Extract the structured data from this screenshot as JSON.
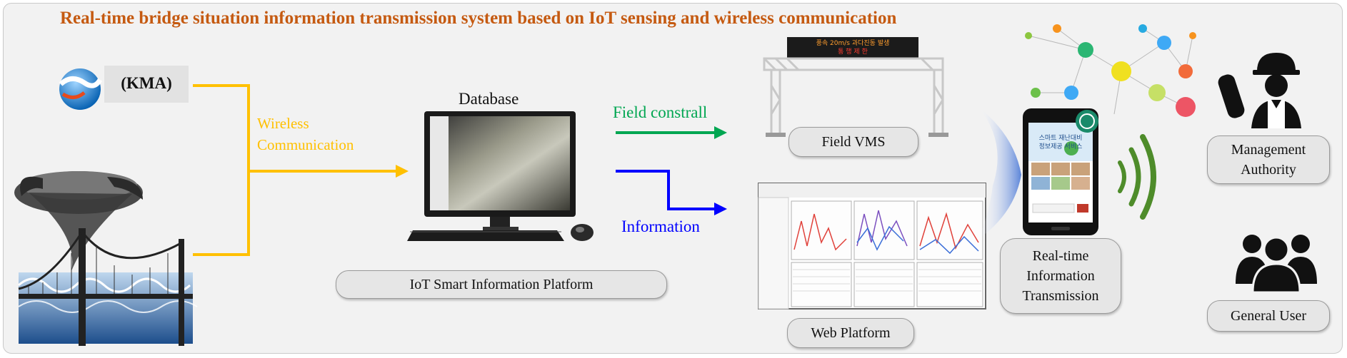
{
  "title": "Real-time bridge situation information transmission system based on IoT sensing and wireless communication",
  "kma": {
    "label": "(KMA)"
  },
  "wireless": {
    "line1": "Wireless",
    "line2": "Communication"
  },
  "database": {
    "label": "Database"
  },
  "platform": {
    "label": "IoT Smart Information Platform"
  },
  "field": {
    "arrow_label": "Field constrall",
    "vms_label": "Field VMS",
    "sign_line1": "풍속 20m/s 과다진동 발생",
    "sign_line2": "통 행 제 한"
  },
  "information": {
    "arrow_label": "Information"
  },
  "web": {
    "label": "Web Platform"
  },
  "realtime": {
    "line1": "Real-time",
    "line2": "Information",
    "line3": "Transmission"
  },
  "phone": {
    "banner_line1": "스마트 재난대비",
    "banner_line2": "정보제공 서비스"
  },
  "management": {
    "line1": "Management",
    "line2": "Authority"
  },
  "general": {
    "label": "General User"
  },
  "colors": {
    "title": "#c55a11",
    "wireless": "#ffc000",
    "field": "#00a651",
    "information": "#0000ff",
    "signal": "#4e8c2a"
  }
}
